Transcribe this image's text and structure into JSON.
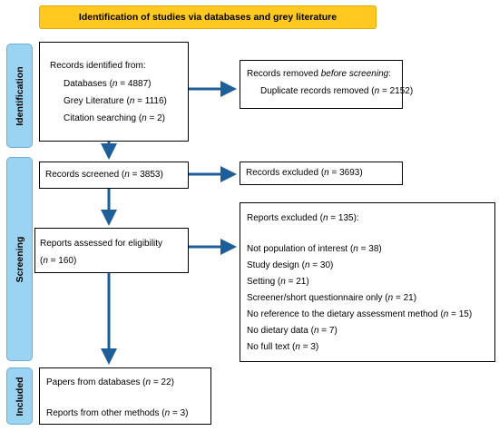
{
  "title": "Identification of studies via databases and grey literature",
  "phases": {
    "identification": "Identification",
    "screening": "Screening",
    "included": "Included"
  },
  "identified": {
    "heading": "Records identified from:",
    "items": [
      {
        "label": "Databases (",
        "var": "n",
        "value": " = 4887)"
      },
      {
        "label": "Grey Literature (",
        "var": "n",
        "value": " = 1116)"
      },
      {
        "label": "Citation searching (",
        "var": "n",
        "value": " = 2)"
      }
    ]
  },
  "removed": {
    "heading_pre": "Records removed ",
    "heading_em": "before screening",
    "heading_post": ":",
    "item": "Duplicate records removed (",
    "var": "n",
    "value": " = 2152)"
  },
  "screened": {
    "label": "Records screened (",
    "var": "n",
    "value": " = 3853)"
  },
  "excluded": {
    "label": "Records excluded (",
    "var": "n",
    "value": " = 3693)"
  },
  "assessed": {
    "line1": "Reports assessed for eligibility",
    "line2_pre": "(",
    "var": "n",
    "line2_post": " = 160)"
  },
  "reports_excluded": {
    "heading_pre": "Reports excluded (",
    "var": "n",
    "heading_post": " = 135):",
    "items": [
      {
        "label": "Not population of interest (",
        "value": " = 38)"
      },
      {
        "label": "Study design (",
        "value": " = 30)"
      },
      {
        "label": "Setting (",
        "value": " = 21)"
      },
      {
        "label": "Screener/short questionnaire only (",
        "value": " = 21)"
      },
      {
        "label": "No reference to the dietary assessment method (",
        "value": " = 15)"
      },
      {
        "label": "No dietary data (",
        "value": " = 7)"
      },
      {
        "label": "No full text (",
        "value": " = 3)"
      }
    ]
  },
  "included": {
    "items": [
      {
        "label": "Papers from databases (",
        "var": "n",
        "value": " = 22)"
      },
      {
        "label": "Reports from other methods (",
        "var": "n",
        "value": " = 3)"
      }
    ]
  },
  "colors": {
    "title_fill": "#ffc91f",
    "phase_fill": "#9bd3f2",
    "arrow": "#1f5f99"
  }
}
